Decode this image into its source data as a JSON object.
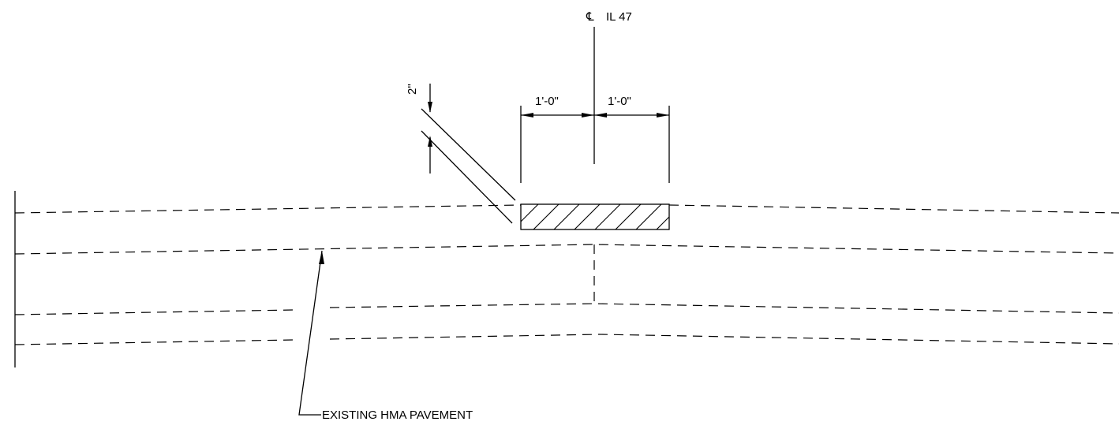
{
  "labels": {
    "centerline": "IL 47",
    "centerline_symbol": "℄",
    "dim_left": "1'-0\"",
    "dim_right": "1'-0\"",
    "dim_thickness": "2\"",
    "pavement_callout": "EXISTING HMA PAVEMENT"
  }
}
